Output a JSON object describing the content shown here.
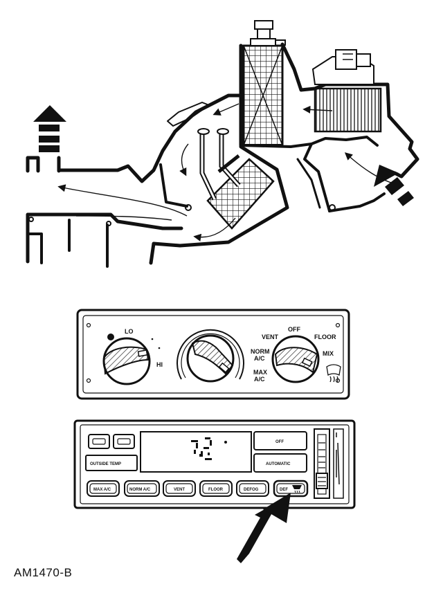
{
  "figure_id": "AM1470-B",
  "manual_panel": {
    "fan_labels": {
      "lo": "LO",
      "hi": "HI"
    },
    "mode_labels": {
      "off": "OFF",
      "vent": "VENT",
      "floor": "FLOOR",
      "norm_ac_top": "NORM",
      "norm_ac_bottom": "A/C",
      "mix": "MIX",
      "max_ac_top": "MAX",
      "max_ac_bottom": "A/C"
    }
  },
  "auto_panel": {
    "outside_temp_label": "OUTSIDE TEMP",
    "off_label": "OFF",
    "automatic_label": "AUTOMATIC",
    "buttons": [
      "MAX A/C",
      "NORM A/C",
      "VENT",
      "FLOOR",
      "DEFOG",
      "DEF"
    ]
  },
  "icons": {
    "defrost": "windshield-defrost-icon",
    "airflow": "airflow-arrow-icon",
    "pointer": "pointer-arrow-icon"
  }
}
